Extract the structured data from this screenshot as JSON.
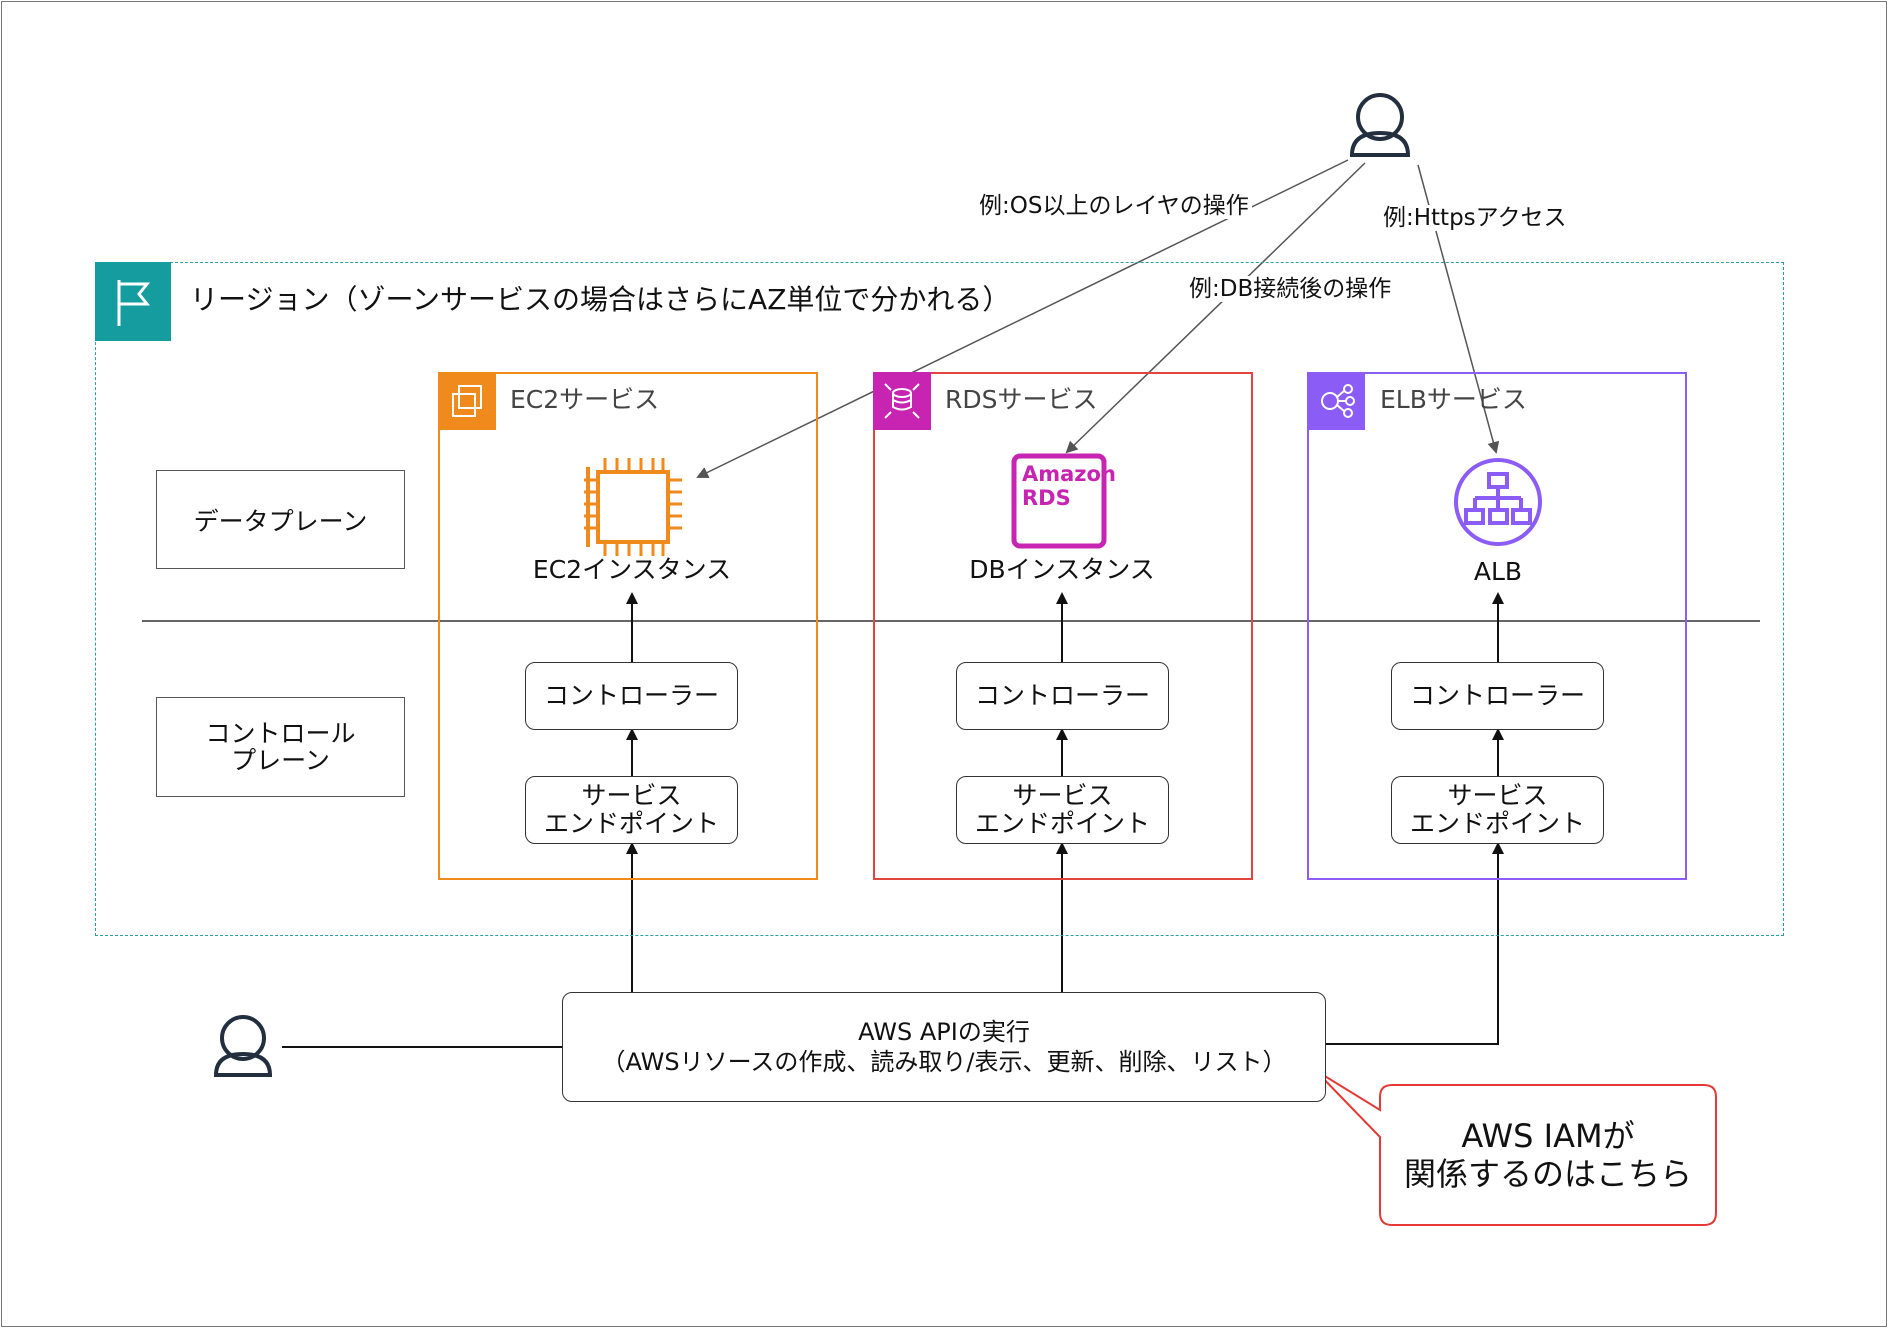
{
  "region": {
    "label": "リージョン（ゾーンサービスの場合はさらにAZ単位で分かれる）"
  },
  "planes": {
    "data": "データプレーン",
    "control": "コントロール\nプレーン"
  },
  "services": [
    {
      "label": "EC2サービス",
      "resource": "EC2インスタンス",
      "controller": "コントローラー",
      "endpoint": "サービス\nエンドポイント",
      "color": "#f08a1d",
      "icon": "ec2-icon"
    },
    {
      "label": "RDSサービス",
      "resource": "DBインスタンス",
      "controller": "コントローラー",
      "endpoint": "サービス\nエンドポイント",
      "color": "#e2453f",
      "icon": "rds-icon"
    },
    {
      "label": "ELBサービス",
      "resource": "ALB",
      "controller": "コントローラー",
      "endpoint": "サービス\nエンドポイント",
      "color": "#8b5cf6",
      "icon": "elb-icon"
    }
  ],
  "rds_icon_text": "Amazon\nRDS",
  "user_arrows": {
    "ec2": "例:OS以上のレイヤの操作",
    "rds": "例:DB接続後の操作",
    "elb": "例:Httpsアクセス"
  },
  "api": {
    "text": "AWS APIの実行\n（AWSリソースの作成、読み取り/表示、更新、削除、リスト）"
  },
  "callout": {
    "text": "AWS IAMが\n関係するのはこちら",
    "color": "#e53935"
  },
  "colors": {
    "region": "#159c9f",
    "ec2": "#f08a1d",
    "rds": "#e2453f",
    "rds_icon": "#c724b1",
    "elb": "#8b5cf6"
  }
}
